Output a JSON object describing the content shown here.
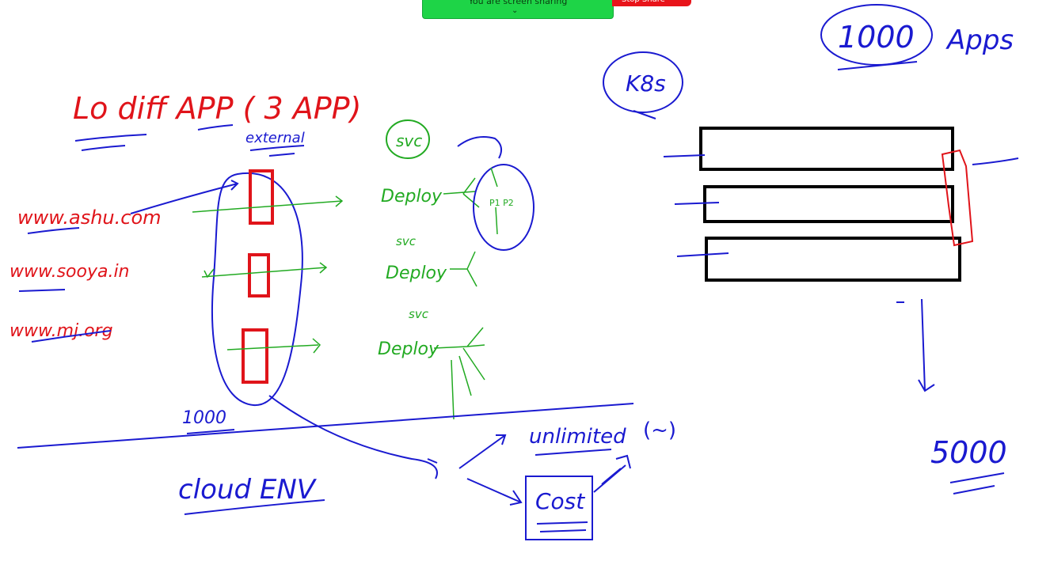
{
  "toolbar": {
    "sharing_label": "You are screen sharing",
    "stop_label": "Stop Share"
  },
  "whiteboard": {
    "title_left": "Lo diff APP ( 3 APP)",
    "external_label": "external",
    "urls": [
      "www.ashu.com",
      "www.sooya.in",
      "www.mj.org"
    ],
    "svc_top": "svc",
    "deploy_labels": [
      "Deploy",
      "Deploy",
      "Deploy"
    ],
    "svc_labels": [
      "svc",
      "svc"
    ],
    "pods_text": "P1 P2",
    "count_left": "1000",
    "cloud_env": "cloud ENV",
    "unlimited": "unlimited",
    "tilde": "(~)",
    "cost": "Cost",
    "k8s": "K8s",
    "apps_count": "1000",
    "apps_label": "Apps",
    "count_right": "5000"
  }
}
